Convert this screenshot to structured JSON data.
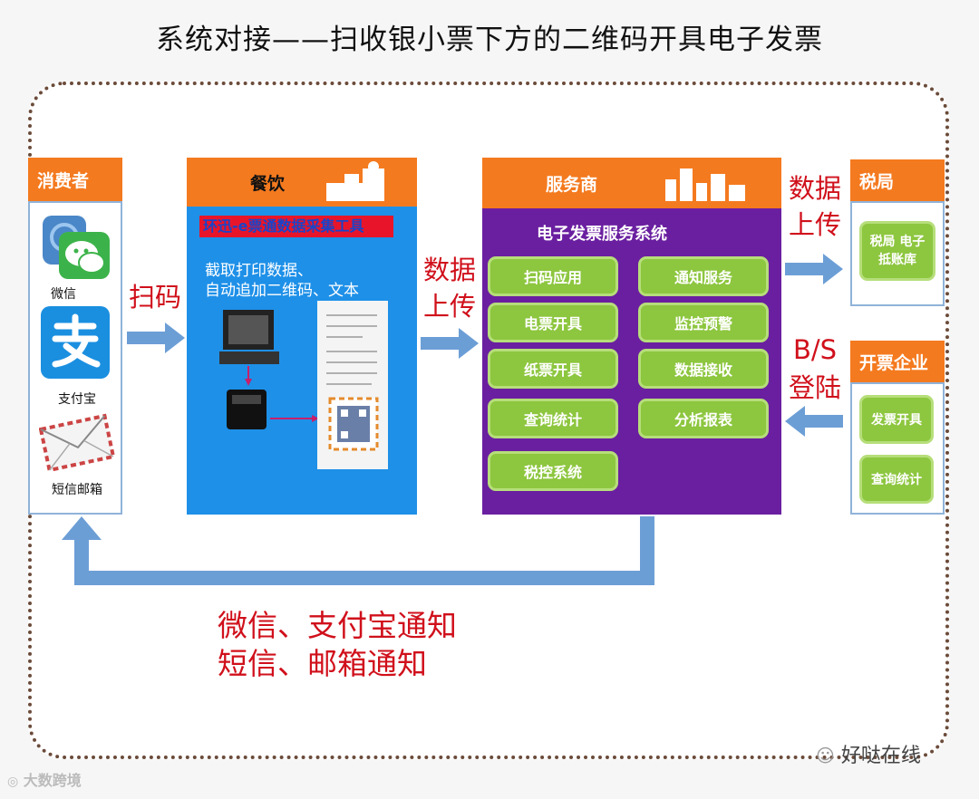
{
  "title": "系统对接——扫收银小票下方的二维码开具电子发票",
  "consumer": {
    "header": "消费者",
    "items": [
      {
        "label": "微信",
        "icon": "wechat-icon"
      },
      {
        "label": "支付宝",
        "icon": "alipay-icon"
      },
      {
        "label": "短信邮箱",
        "icon": "envelope-icon"
      }
    ]
  },
  "arrow_scan": "扫码",
  "catering": {
    "header": "餐饮",
    "tool_banner": "环迅-e票通数据采集工具",
    "desc_line1": "截取打印数据、",
    "desc_line2": "自动追加二维码、文本"
  },
  "arrow_upload1": {
    "line1": "数据",
    "line2": "上传"
  },
  "provider": {
    "header": "服务商",
    "system_title": "电子发票服务系统",
    "left_buttons": [
      "扫码应用",
      "电票开具",
      "纸票开具",
      "查询统计",
      "税控系统"
    ],
    "right_buttons": [
      "通知服务",
      "监控预警",
      "数据接收",
      "分析报表"
    ]
  },
  "arrow_upload2": {
    "line1": "数据",
    "line2": "上传"
  },
  "tax": {
    "header": "税局",
    "button": "税局 电子抵账库"
  },
  "arrow_bs": {
    "line1": "B/S",
    "line2": "登陆"
  },
  "enterprise": {
    "header": "开票企业",
    "buttons": [
      "发票开具",
      "查询统计"
    ]
  },
  "notify": {
    "line1": "微信、支付宝通知",
    "line2": "短信、邮箱通知"
  },
  "watermark_left": "大数跨境",
  "watermark_right": "好哒在线",
  "colors": {
    "orange": "#f47a1f",
    "blue_panel": "#1e90e8",
    "purple": "#6a1fa0",
    "green": "#8dc63f",
    "arrow_blue": "#6c9ed6",
    "red_text": "#d0101b"
  }
}
